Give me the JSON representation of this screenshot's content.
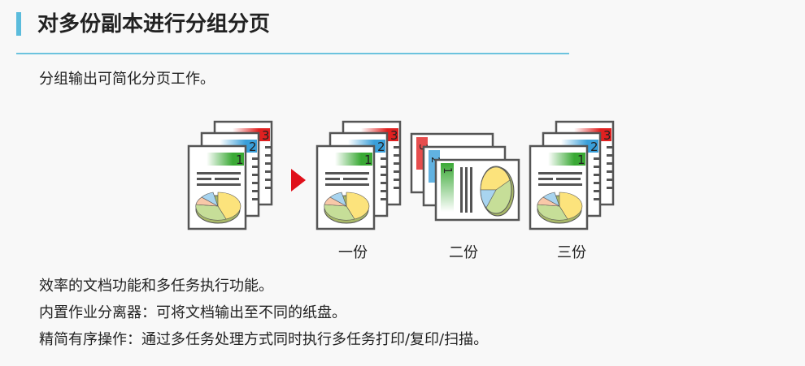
{
  "title": "对多份副本进行分组分页",
  "subtitle": "分组输出可简化分页工作。",
  "illustration": {
    "page_numbers": [
      "1",
      "2",
      "3"
    ],
    "captions": [
      "一份",
      "二份",
      "三份"
    ],
    "colors": {
      "page1": "#3aa935",
      "page2": "#3a9fd9",
      "page3": "#e02020",
      "arrow": "#e0101a"
    }
  },
  "features": [
    "效率的文档功能和多任务执行功能。",
    "内置作业分离器：可将文档输出至不同的纸盘。",
    "精简有序操作：通过多任务处理方式同时执行多任务打印/复印/扫描。"
  ]
}
